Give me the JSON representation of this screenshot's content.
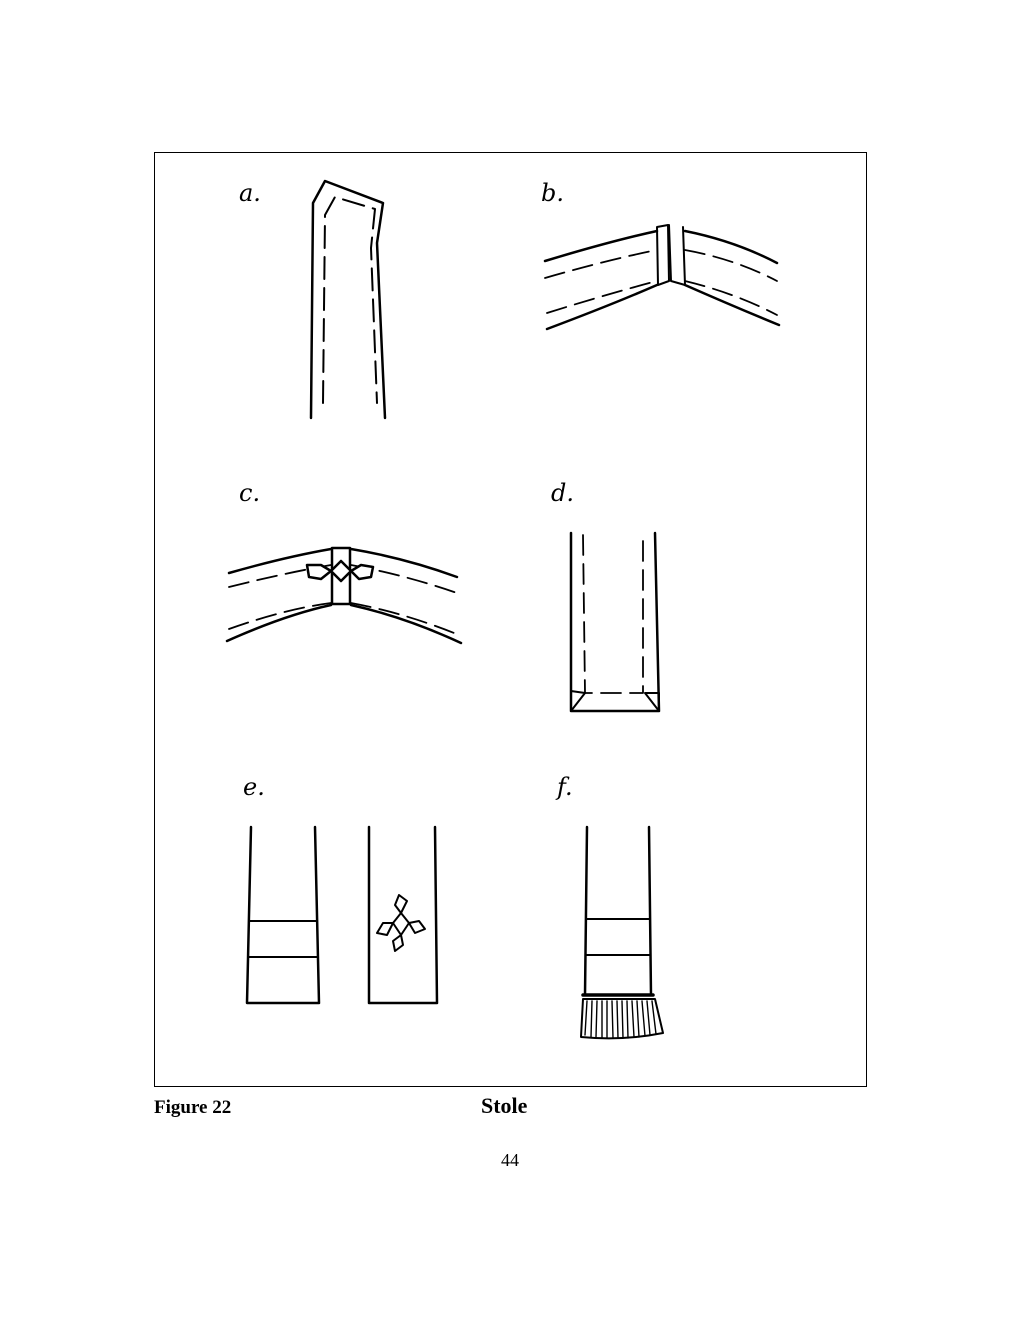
{
  "figure": {
    "caption": "Figure 22",
    "title": "Stole",
    "panels": [
      {
        "id": "a",
        "label": "a."
      },
      {
        "id": "b",
        "label": "b."
      },
      {
        "id": "c",
        "label": "c."
      },
      {
        "id": "d",
        "label": "d."
      },
      {
        "id": "e",
        "label": "e."
      },
      {
        "id": "f",
        "label": "f."
      }
    ]
  },
  "page": {
    "number": "44"
  }
}
